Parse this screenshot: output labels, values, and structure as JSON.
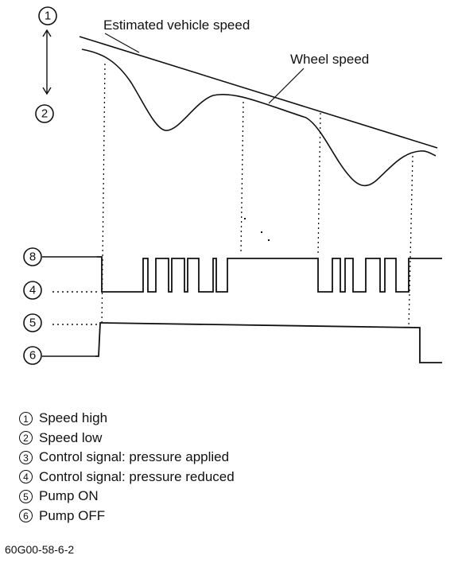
{
  "diagram": {
    "top_markers": [
      "1",
      "2"
    ],
    "signal_markers": [
      "8",
      "4",
      "5",
      "6"
    ],
    "labels": {
      "estimated_speed": "Estimated vehicle speed",
      "wheel_speed": "Wheel speed"
    }
  },
  "legend": [
    {
      "num": "1",
      "text": "Speed high"
    },
    {
      "num": "2",
      "text": "Speed low"
    },
    {
      "num": "3",
      "text": "Control signal: pressure applied"
    },
    {
      "num": "4",
      "text": "Control signal: pressure reduced"
    },
    {
      "num": "5",
      "text": "Pump ON"
    },
    {
      "num": "6",
      "text": "Pump OFF"
    }
  ],
  "figure_code": "60G00-58-6-2",
  "colors": {
    "ink": "#111111",
    "background": "#ffffff"
  }
}
